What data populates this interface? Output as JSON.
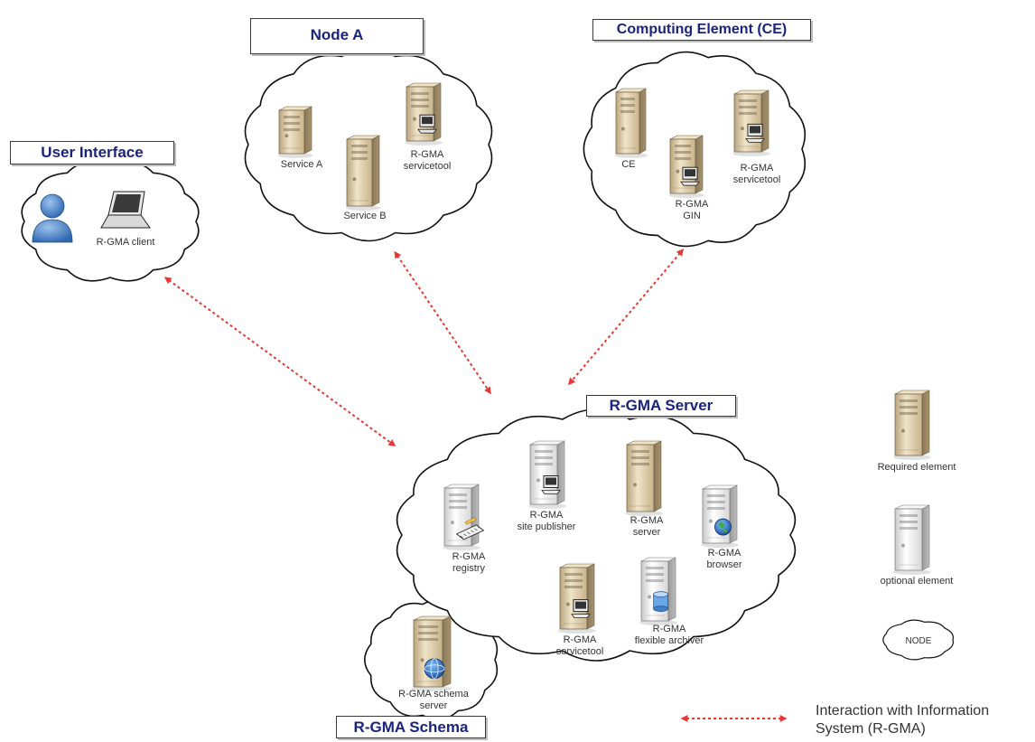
{
  "nodes": {
    "user_interface": {
      "title": "User Interface",
      "items": {
        "user": "",
        "client": "R-GMA client"
      }
    },
    "node_a": {
      "title": "Node A",
      "items": {
        "service_a": "Service A",
        "service_b": "Service B",
        "servicetool": "R-GMA\nservicetool"
      }
    },
    "ce": {
      "title": "Computing Element (CE)",
      "items": {
        "ce": "CE",
        "gin": "R-GMA\nGIN",
        "servicetool": "R-GMA\nservicetool"
      }
    },
    "rgma_server": {
      "title": "R-GMA Server",
      "items": {
        "registry": "R-GMA\nregistry",
        "site_publisher": "R-GMA\nsite publisher",
        "server": "R-GMA\nserver",
        "browser": "R-GMA\nbrowser",
        "servicetool": "R-GMA\nservicetool",
        "archiver": "R-GMA\nflexible archiver"
      }
    },
    "rgma_schema": {
      "title": "R-GMA Schema",
      "items": {
        "schema_server": "R-GMA schema\nserver"
      }
    }
  },
  "legend": {
    "required": "Required element",
    "optional": "optional element",
    "node": "NODE",
    "interaction": "Interaction with Information\nSystem (R-GMA)"
  },
  "colors": {
    "arrow": "#e53935",
    "title_text": "#1a237e",
    "required_server": "#d8c4a0",
    "optional_server": "#f2f2f2"
  },
  "icons": {
    "required_server": "server-tower-icon",
    "optional_server": "server-tower-icon",
    "servicetool": "monitor-icon",
    "registry": "registry-badge-icon",
    "browser": "globe-icon",
    "archiver": "database-icon",
    "schema": "schema-globe-icon",
    "client": "laptop-icon",
    "user": "user-icon"
  }
}
